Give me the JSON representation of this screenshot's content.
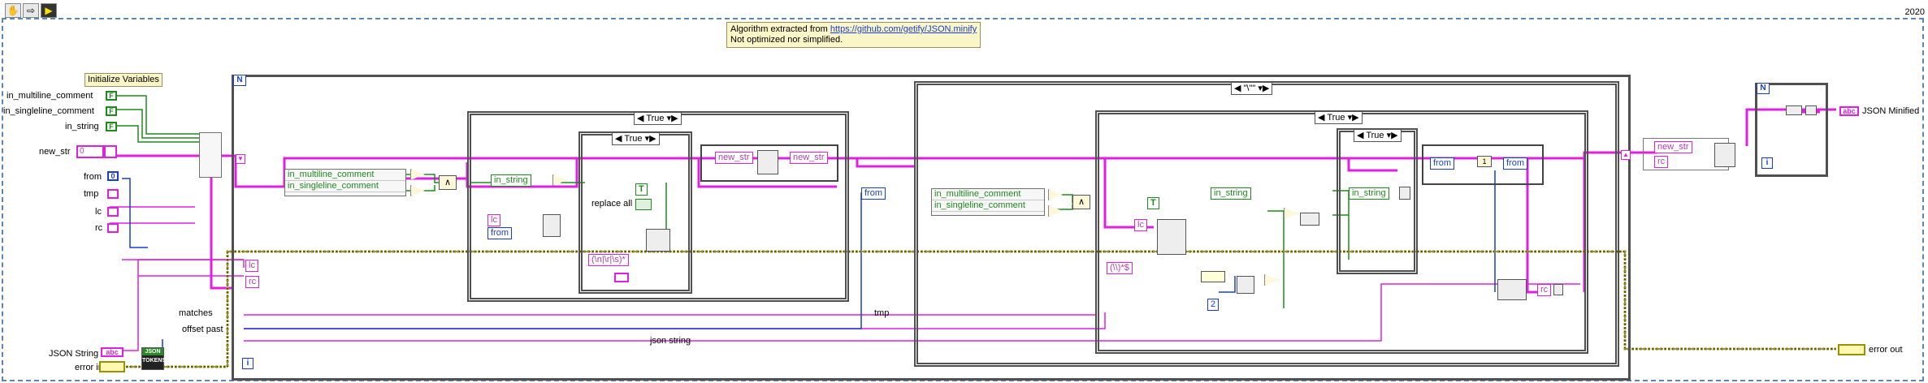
{
  "toolbar": {
    "icons": [
      "hand-icon",
      "arrow-icon",
      "run-icon"
    ],
    "version": "2020"
  },
  "note": {
    "line1_prefix": "Algorithm extracted from ",
    "link": "https://github.com/getify/JSON.minify",
    "line2": "Not optimized nor simplified."
  },
  "init_label": "Initialize Variables",
  "controls": {
    "in_multiline_comment": "in_multiline_comment",
    "in_singleline_comment": "in_singleline_comment",
    "in_string": "in_string",
    "new_str": "new_str",
    "new_str_value": "0",
    "from": "from",
    "from_value": "0",
    "tmp": "tmp",
    "lc": "lc",
    "rc": "rc",
    "bool_value": "F"
  },
  "inputs": {
    "json_string": "JSON String",
    "json_string_type": "abc",
    "error_in": "error in"
  },
  "outputs": {
    "json_minified": "JSON Minified",
    "error_out": "error out",
    "abc": "abc"
  },
  "subvi": {
    "tokens_label": "TOKENS",
    "tokens_icon": "JSON"
  },
  "loop": {
    "n_label": "N",
    "i_label": "i"
  },
  "shift_registers": {
    "lc": "lc",
    "rc": "rc"
  },
  "wire_labels": {
    "matches": "matches",
    "offset_past": "offset past",
    "tmp": "tmp",
    "json_string": "json string"
  },
  "case1": {
    "selector": "True",
    "unbundle_rows": [
      "in_multiline_comment",
      "in_singleline_comment"
    ],
    "in_string": "in_string",
    "lc": "lc",
    "from": "from",
    "inner_selector": "True",
    "replace_all": "replace all",
    "regex": "(\\n|\\r|\\s)*",
    "true_const": "T",
    "new_str_left": "new_str",
    "new_str_right": "new_str"
  },
  "case2": {
    "selector": "\"\\\"\"",
    "from": "from",
    "unbundle_rows": [
      "in_multiline_comment",
      "in_singleline_comment"
    ],
    "inner_selector": "True",
    "lc": "lc",
    "regex": "(\\\\)*$",
    "const_two": "2",
    "true_const": "T",
    "in_string_left": "in_string",
    "deep_selector": "True",
    "in_string_right": "in_string",
    "from_left": "from",
    "one": "1",
    "from_right": "from",
    "rc": "rc"
  },
  "post": {
    "new_str": "new_str",
    "rc": "rc",
    "n_label": "N",
    "i_label": "i"
  }
}
